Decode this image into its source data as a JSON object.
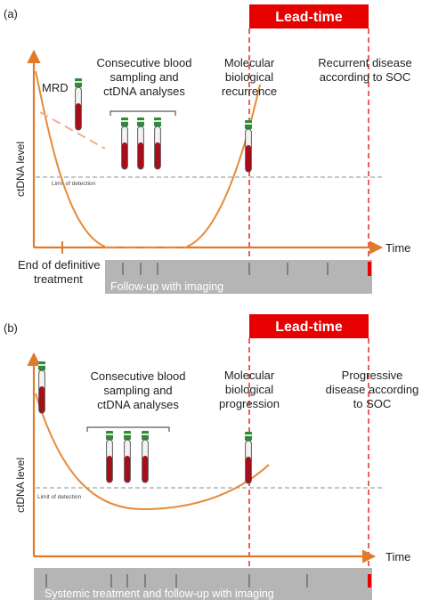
{
  "panel_a": {
    "letter": "(a)",
    "lead_time": "Lead-time",
    "mrd": "MRD",
    "sampling_label": [
      "Consecutive blood",
      "sampling and",
      "ctDNA analyses"
    ],
    "molecular_label": [
      "Molecular",
      "biological",
      "recurrence"
    ],
    "clinical_label": [
      "Recurrent disease",
      "according to SOC"
    ],
    "y_axis": "ctDNA level",
    "x_axis": "Time",
    "lod": "Limit of detection",
    "end_treatment": [
      "End of definitive",
      "treatment"
    ],
    "followup": "Follow-up with imaging"
  },
  "panel_b": {
    "letter": "(b)",
    "lead_time": "Lead-time",
    "sampling_label": [
      "Consecutive blood",
      "sampling and",
      "ctDNA analyses"
    ],
    "molecular_label": [
      "Molecular",
      "biological",
      "progression"
    ],
    "clinical_label": [
      "Progressive",
      "disease according",
      "to SOC"
    ],
    "y_axis": "ctDNA level",
    "x_axis": "Time",
    "lod": "Limit of detection",
    "followup": "Systemic treatment and follow-up with imaging"
  },
  "colors": {
    "orange": "#e68a3a",
    "red": "#e53935",
    "grey_bar": "#b5b5b5"
  }
}
